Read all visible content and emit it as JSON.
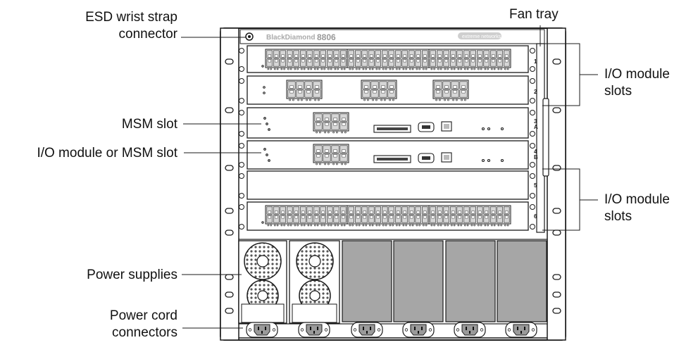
{
  "labels": {
    "esd_line1": "ESD wrist strap",
    "esd_line2": "connector",
    "fan_tray": "Fan tray",
    "msm_slot": "MSM slot",
    "io_or_msm_slot": "I/O module or MSM slot",
    "power_supplies": "Power supplies",
    "power_cord_line1": "Power cord",
    "power_cord_line2": "connectors",
    "io_slots_top_line1": "I/O module",
    "io_slots_top_line2": "slots",
    "io_slots_bottom_line1": "I/O module",
    "io_slots_bottom_line2": "slots"
  },
  "chassis": {
    "brand": "BlackDiamond",
    "model": "8806",
    "vendor_logo": "extreme networks"
  },
  "slot_numbers": [
    "1",
    "2",
    "3",
    "4",
    "5",
    "6"
  ],
  "slot_letters": [
    "A",
    "B"
  ],
  "colors": {
    "line": "#1a1a1a",
    "panel": "#ffffff",
    "blank_psu": "#a6a6a6",
    "port": "#d0d0d0"
  }
}
